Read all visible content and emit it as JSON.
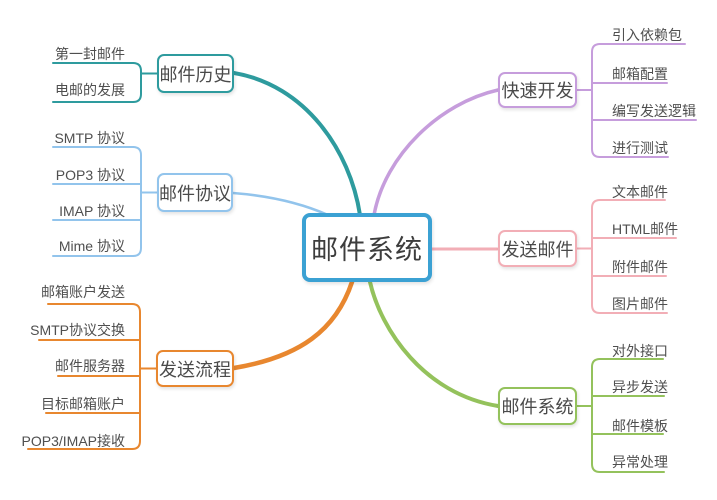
{
  "central": {
    "label": "邮件系统",
    "color": "#3BA1D3"
  },
  "branches": [
    {
      "id": "mail-history",
      "label": "邮件历史",
      "color": "#2E9B9E",
      "children": [
        "第一封邮件",
        "电邮的发展"
      ]
    },
    {
      "id": "mail-protocol",
      "label": "邮件协议",
      "color": "#92C4EC",
      "children": [
        "SMTP 协议",
        "POP3 协议",
        "IMAP 协议",
        "Mime 协议"
      ]
    },
    {
      "id": "send-process",
      "label": "发送流程",
      "color": "#E8872F",
      "children": [
        "邮箱账户发送",
        "SMTP协议交换",
        "邮件服务器",
        "目标邮箱账户",
        "POP3/IMAP接收"
      ]
    },
    {
      "id": "quick-dev",
      "label": "快速开发",
      "color": "#C69DDC",
      "children": [
        "引入依赖包",
        "邮箱配置",
        "编写发送逻辑",
        "进行测试"
      ]
    },
    {
      "id": "send-mail",
      "label": "发送邮件",
      "color": "#F2AEB6",
      "children": [
        "文本邮件",
        "HTML邮件",
        "附件邮件",
        "图片邮件"
      ]
    },
    {
      "id": "mail-system",
      "label": "邮件系统",
      "color": "#94C25C",
      "children": [
        "对外接口",
        "异步发送",
        "邮件模板",
        "异常处理"
      ]
    }
  ]
}
